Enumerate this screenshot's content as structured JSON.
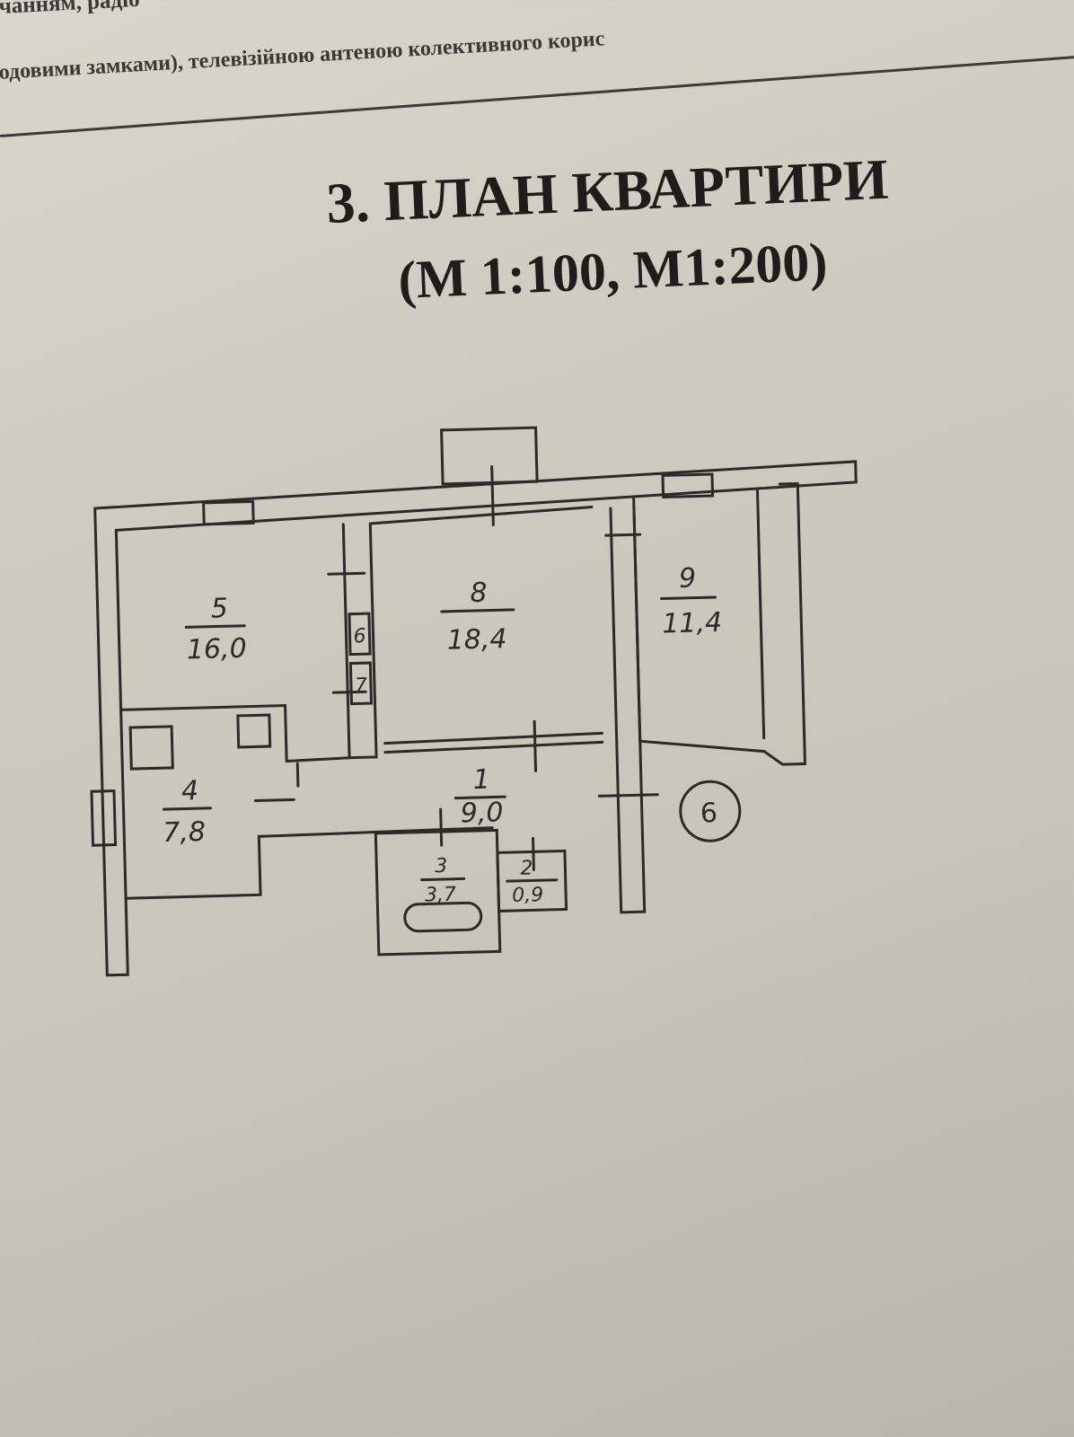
{
  "header_text": {
    "line1": "чанням,  радіо",
    "line1_tail": "телевізійною антеною колективного користу",
    "line2": "одовими замками), телевізійною антеною колективного корис"
  },
  "title": {
    "heading": "3. ПЛАН КВАРТИРИ",
    "scale": "(М 1:100, М1:200)"
  },
  "floor_plan": {
    "rooms": [
      {
        "number": "5",
        "area": "16,0"
      },
      {
        "number": "8",
        "area": "18,4"
      },
      {
        "number": "9",
        "area": "11,4"
      },
      {
        "number": "4",
        "area": "7,8"
      },
      {
        "number": "1",
        "area": "9,0"
      },
      {
        "number": "3",
        "area": "3,7"
      },
      {
        "number": "2",
        "area": "0,9"
      },
      {
        "number": "6",
        "area": ""
      },
      {
        "number": "7",
        "area": ""
      }
    ],
    "apartment_marker": "6"
  }
}
